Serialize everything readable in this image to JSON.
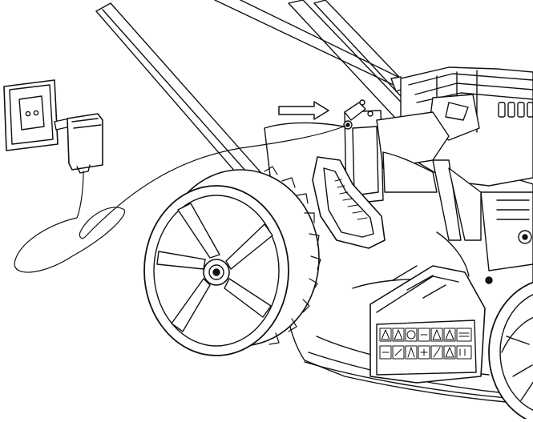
{
  "figure": {
    "subject": "",
    "line_color": "#111111",
    "fill_color": "#ffffff",
    "parts": [
      {
        "id": "wall-socket",
        "icon": "wall-socket-icon"
      },
      {
        "id": "charger",
        "icon": "plug-adapter-icon"
      },
      {
        "id": "charging-cable",
        "icon": "cable-icon"
      },
      {
        "id": "direction-arrow",
        "icon": "arrow-right-icon"
      },
      {
        "id": "charging-port",
        "icon": "port-icon"
      },
      {
        "id": "handle-bars",
        "icon": "handle-icon"
      },
      {
        "id": "rear-wheel",
        "icon": "wheel-icon"
      },
      {
        "id": "front-wheel",
        "icon": "wheel-icon"
      },
      {
        "id": "grass-catcher-handle",
        "icon": "grip-icon"
      },
      {
        "id": "motor-housing",
        "icon": "motor-icon"
      },
      {
        "id": "warning-label-panel",
        "icon": "warning-label-icon"
      }
    ]
  }
}
